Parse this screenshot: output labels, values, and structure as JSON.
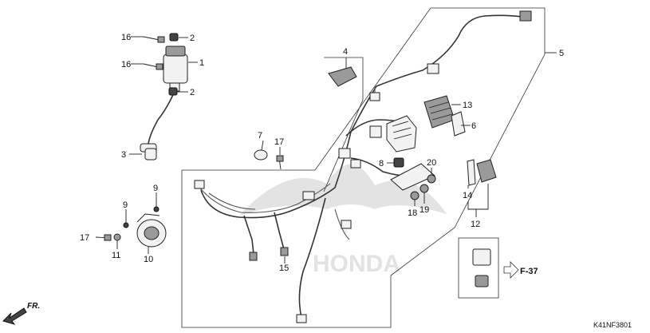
{
  "callouts": [
    {
      "id": "c1",
      "label": "1"
    },
    {
      "id": "c2a",
      "label": "2"
    },
    {
      "id": "c2b",
      "label": "2"
    },
    {
      "id": "c3",
      "label": "3"
    },
    {
      "id": "c4",
      "label": "4"
    },
    {
      "id": "c5",
      "label": "5"
    },
    {
      "id": "c6",
      "label": "6"
    },
    {
      "id": "c7",
      "label": "7"
    },
    {
      "id": "c8",
      "label": "8"
    },
    {
      "id": "c9a",
      "label": "9"
    },
    {
      "id": "c9b",
      "label": "9"
    },
    {
      "id": "c10",
      "label": "10"
    },
    {
      "id": "c11",
      "label": "11"
    },
    {
      "id": "c12",
      "label": "12"
    },
    {
      "id": "c13",
      "label": "13"
    },
    {
      "id": "c14",
      "label": "14"
    },
    {
      "id": "c15",
      "label": "15"
    },
    {
      "id": "c16a",
      "label": "16"
    },
    {
      "id": "c16b",
      "label": "16"
    },
    {
      "id": "c17a",
      "label": "17"
    },
    {
      "id": "c17b",
      "label": "17"
    },
    {
      "id": "c18",
      "label": "18"
    },
    {
      "id": "c19",
      "label": "19"
    },
    {
      "id": "c20",
      "label": "20"
    }
  ],
  "reference": "F-37",
  "direction": "FR.",
  "drawing_code": "K41NF3801",
  "watermark": "HONDA"
}
